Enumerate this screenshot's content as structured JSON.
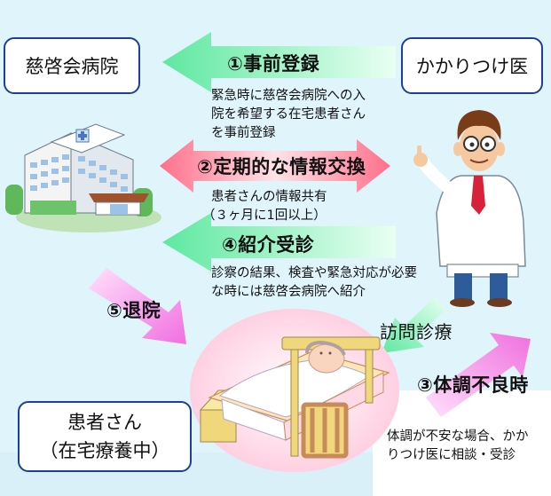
{
  "nodes": {
    "hospital": "慈啓会病院",
    "family_doctor": "かかりつけ医",
    "patient_line1": "患者さん",
    "patient_line2": "（在宅療養中）"
  },
  "steps": {
    "pre_registration": "①事前登録",
    "info_exchange": "②定期的な情報交換",
    "unwell": "③体調不良時",
    "referral": "④紹介受診",
    "discharge": "⑤退院",
    "home_visit": "訪問診療"
  },
  "notes": {
    "pre_registration": "緊急時に慈啓会病院への入院を希望する在宅患者さんを事前登録",
    "info_exchange_line1": "患者さんの情報共有",
    "info_exchange_line2": "（３ヶ月に1回以上）",
    "referral": "診察の結果、検査や緊急対応が必要な時には慈啓会病院へ紹介",
    "unwell": "体調が不安な場合、かかりつけ医に相談・受診"
  },
  "colors": {
    "background": "#dff4fb",
    "green_arrow": "#5ee8a0",
    "pink_arrow": "#ff6f8a",
    "magenta_arrow": "#f06fe0",
    "box_border": "#1d3f9a"
  },
  "icons": [
    "hospital-building-icon",
    "doctor-illustration",
    "patient-in-bed-illustration"
  ]
}
